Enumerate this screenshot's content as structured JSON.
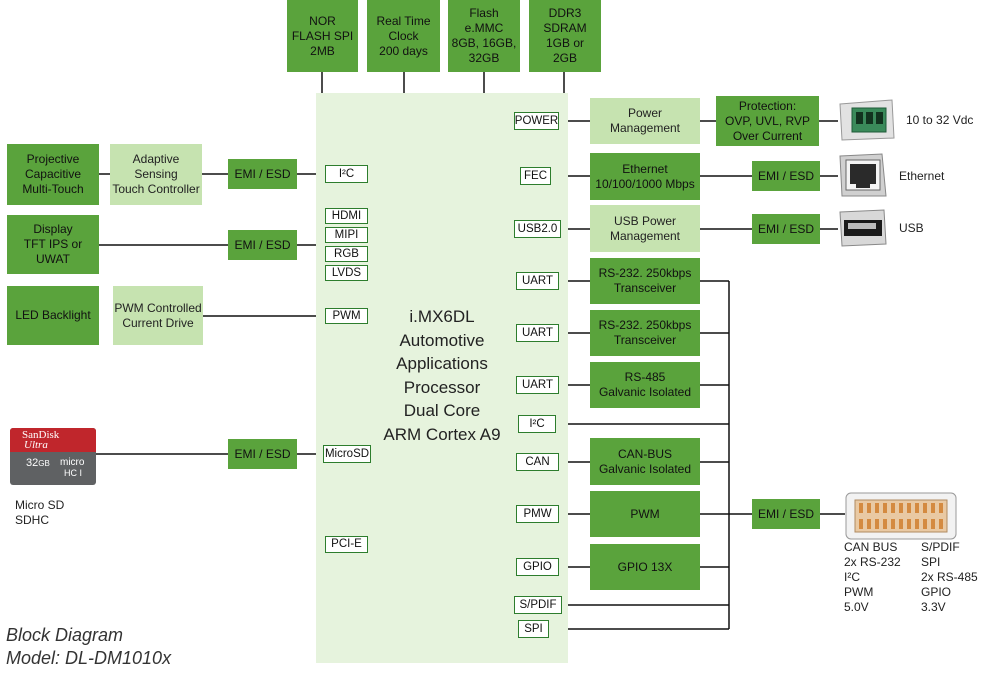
{
  "top_blocks": {
    "nor_flash": "NOR\nFLASH SPI\n2MB",
    "rtc": "Real Time\nClock\n200 days",
    "emmc": "Flash\ne.MMC\n8GB, 16GB,\n32GB",
    "ddr3": "DDR3\nSDRAM\n1GB or\n2GB"
  },
  "left_blocks": {
    "touch": "Projective\nCapacitive\nMulti-Touch",
    "touch_ctrl": "Adaptive Sensing\nTouch Controller",
    "display": "Display\nTFT IPS or\nUWAT",
    "led": "LED Backlight",
    "pwm_drive": "PWM Controlled\nCurrent Drive"
  },
  "emi_esd": "EMI / ESD",
  "cpu_label": "i.MX6DL\nAutomotive\nApplications\nProcessor\nDual Core\nARM Cortex A9",
  "left_ports": {
    "i2c": "I²C",
    "hdmi": "HDMI",
    "mipi": "MIPI",
    "rgb": "RGB",
    "lvds": "LVDS",
    "pwm": "PWM",
    "microsd": "MicroSD",
    "pcie": "PCI-E"
  },
  "right_ports": {
    "power": "POWER",
    "fec": "FEC",
    "usb": "USB2.0",
    "uart1": "UART",
    "uart2": "UART",
    "uart3": "UART",
    "i2c": "I²C",
    "can": "CAN",
    "pmw": "PMW",
    "gpio": "GPIO",
    "spdif": "S/PDIF",
    "spi": "SPI"
  },
  "right_blocks": {
    "power_mgmt": "Power\nManagement",
    "protection": "Protection:\nOVP, UVL, RVP\nOver Current",
    "ethernet": "Ethernet\n10/100/1000 Mbps",
    "usb_power": "USB Power\nManagement",
    "rs232_1": "RS-232. 250kbps\nTransceiver",
    "rs232_2": "RS-232. 250kbps\nTransceiver",
    "rs485": "RS-485\nGalvanic Isolated",
    "canbus": "CAN-BUS\nGalvanic Isolated",
    "pwm": "PWM",
    "gpio": "GPIO 13X"
  },
  "connector_labels": {
    "power_in": "10 to 32 Vdc",
    "ethernet": "Ethernet",
    "usb": "USB"
  },
  "sd_card": {
    "brand": "SanDisk",
    "model": "Ultra",
    "capacity": "32",
    "unit": "GB",
    "logo": "micro",
    "class": "HC I",
    "label": "Micro SD\nSDHC"
  },
  "big_connector_signals": {
    "col1": "CAN BUS\n2x RS-232\nI²C\nPWM\n5.0V",
    "col2": "S/PDIF\nSPI\n2x RS-485\nGPIO\n3.3V"
  },
  "caption": "Block Diagram\nModel: DL-DM1010x",
  "colors": {
    "dark_green": "#5aa33c",
    "light_green": "#c6e3b0",
    "cpu_bg": "#e6f3dd",
    "sd_red": "#c0262c"
  }
}
